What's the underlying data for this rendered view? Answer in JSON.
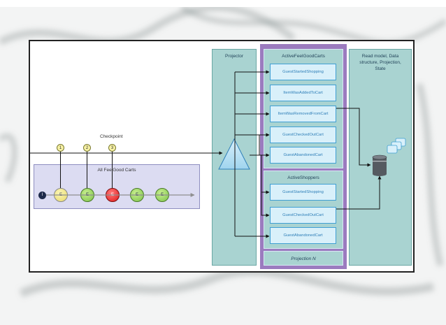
{
  "colors": {
    "column_fill": "#a9d3d1",
    "group_frame": "#9b7bbf",
    "event_box_fill": "#d9f0fa",
    "event_box_border": "#3f9fd3",
    "lane_fill": "#dcdcf2",
    "connector": "#111111"
  },
  "checkpoint": {
    "label": "Checkpoint",
    "markers": [
      "1",
      "2",
      "3"
    ]
  },
  "stream": {
    "title": "All FeelGood Carts",
    "initial": "I",
    "events": [
      {
        "label": "E",
        "color": "yellow"
      },
      {
        "label": "E",
        "color": "green"
      },
      {
        "label": "E",
        "color": "red"
      },
      {
        "label": "E",
        "color": "green"
      },
      {
        "label": "E",
        "color": "green"
      }
    ]
  },
  "projector": {
    "title": "Projector"
  },
  "groups": {
    "active_feelgood_carts": {
      "title": "ActiveFeelGoodCarts",
      "events": [
        "GuestStartedShopping",
        "ItemWasAddedToCart",
        "ItemWasRemovedFromCart",
        "GuestCheckedOutCart",
        "GuestAbandonedCart"
      ]
    },
    "active_shoppers": {
      "title": "ActiveShoppers",
      "events": [
        "GuestStartedShopping",
        "GuestCheckedOutCart",
        "GuestAbandonedCart"
      ]
    },
    "projection_n": {
      "title": "Projection N"
    }
  },
  "read_model": {
    "title_line1": "Read model, Data",
    "title_line2": "structure, Projection,",
    "title_line3": "State"
  }
}
